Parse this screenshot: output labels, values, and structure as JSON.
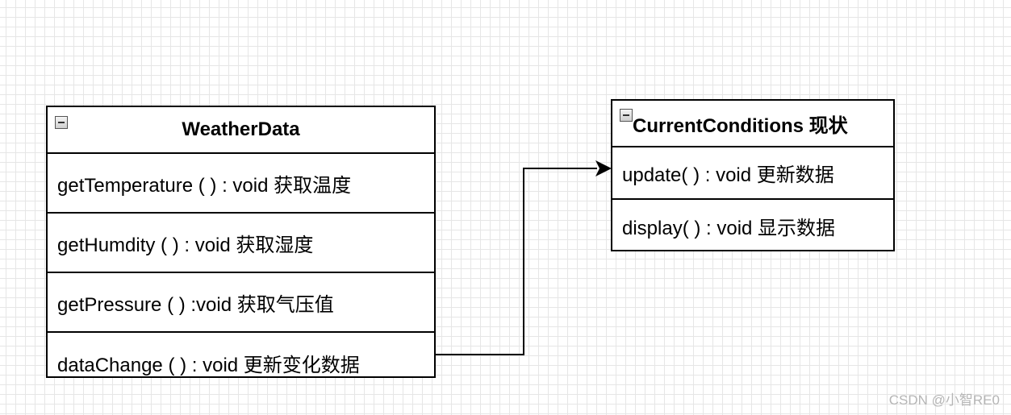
{
  "diagram": {
    "classes": [
      {
        "name": "WeatherData",
        "methods": [
          "getTemperature ( ) : void  获取温度",
          "getHumdity ( )  : void  获取湿度",
          "getPressure ( )  :void 获取气压值",
          "dataChange ( ) :   void    更新变化数据"
        ]
      },
      {
        "name": "CurrentConditions  现状",
        "methods": [
          "update( )  : void  更新数据",
          "display( ) : void    显示数据"
        ]
      }
    ],
    "connection": {
      "from": "dataChange ( ) :   void    更新变化数据",
      "to": "CurrentConditions  现状"
    }
  },
  "watermark": "CSDN @小智RE0",
  "colors": {
    "grid": "#e6e6e6",
    "stroke": "#000000",
    "watermark": "#b5b5b5"
  }
}
